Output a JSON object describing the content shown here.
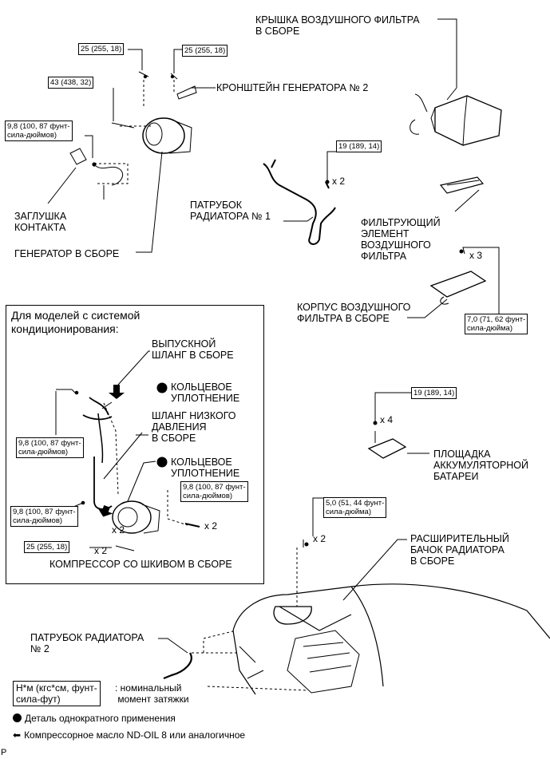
{
  "labels": {
    "air_cleaner_cap": "КРЫШКА ВОЗДУШНОГО ФИЛЬТРА\nВ СБОРЕ",
    "generator_bracket": "КРОНШТЕЙН ГЕНЕРАТОРА № 2",
    "terminal_cap": "ЗАГЛУШКА\nКОНТАКТА",
    "generator": "ГЕНЕРАТОР В СБОРЕ",
    "radiator_hose_1": "ПАТРУБОК\nРАДИАТОРА № 1",
    "filter_element": "ФИЛЬТРУЮЩИЙ\nЭЛЕМЕНТ\nВОЗДУШНОГО\nФИЛЬТРА",
    "air_cleaner_case": "КОРПУС ВОЗДУШНОГО\nФИЛЬТРА В СБОРЕ",
    "battery_tray": "ПЛОЩАДКА\nАККУМУЛЯТОРНОЙ\nБАТАРЕИ",
    "reserve_tank": "РАСШИРИТЕЛЬНЫЙ\nБАЧОК РАДИАТОРА\nВ СБОРЕ",
    "radiator_hose_2": "ПАТРУБОК РАДИАТОРА\n№ 2"
  },
  "torques": {
    "t1": "25 (255, 18)",
    "t2": "25 (255, 18)",
    "t3": "43 (438, 32)",
    "t4": "9,8 (100, 87 фунт-\nсила-дюймов)",
    "t5": "19 (189, 14)",
    "t6": "7,0 (71, 62 фунт-\nсила-дюйма)",
    "t7": "19 (189, 14)",
    "t8": "5,0 (51, 44 фунт-\nсила-дюйма)"
  },
  "multipliers": {
    "m1": "x 2",
    "m2": "x 3",
    "m3": "x 4",
    "m4": "x 2"
  },
  "ac_box": {
    "title": "Для моделей с системой\nкондиционирования:",
    "discharge_hose": "ВЫПУСКНОЙ\nШЛАНГ В СБОРЕ",
    "o_ring_1": "КОЛЬЦЕВОЕ\nУПЛОТНЕНИЕ",
    "suction_hose": "ШЛАНГ НИЗКОГО\nДАВЛЕНИЯ\nВ СБОРЕ",
    "o_ring_2": "КОЛЬЦЕВОЕ\nУПЛОТНЕНИЕ",
    "compressor": "КОМПРЕССОР СО ШКИВОМ В СБОРЕ",
    "t_a": "9,8 (100, 87 фунт-\nсила-дюймов)",
    "t_b": "9,8 (100, 87 фунт-\nсила-дюймов)",
    "t_c": "9,8 (100, 87 фунт-\nсила-дюймов)",
    "t_d": "25 (255, 18)",
    "m_a": "x 2",
    "m_b": "x 2",
    "m_c": "x 2"
  },
  "legend": {
    "torque_unit": "Н*м (кгс*см, фунт-\nсила-фут)",
    "torque_desc": ": номинальный\n момент затяжки",
    "non_reusable": "Деталь однократного применения",
    "compressor_oil": "Компрессорное масло ND-OIL 8 или аналогичное"
  },
  "corner_mark": "P"
}
